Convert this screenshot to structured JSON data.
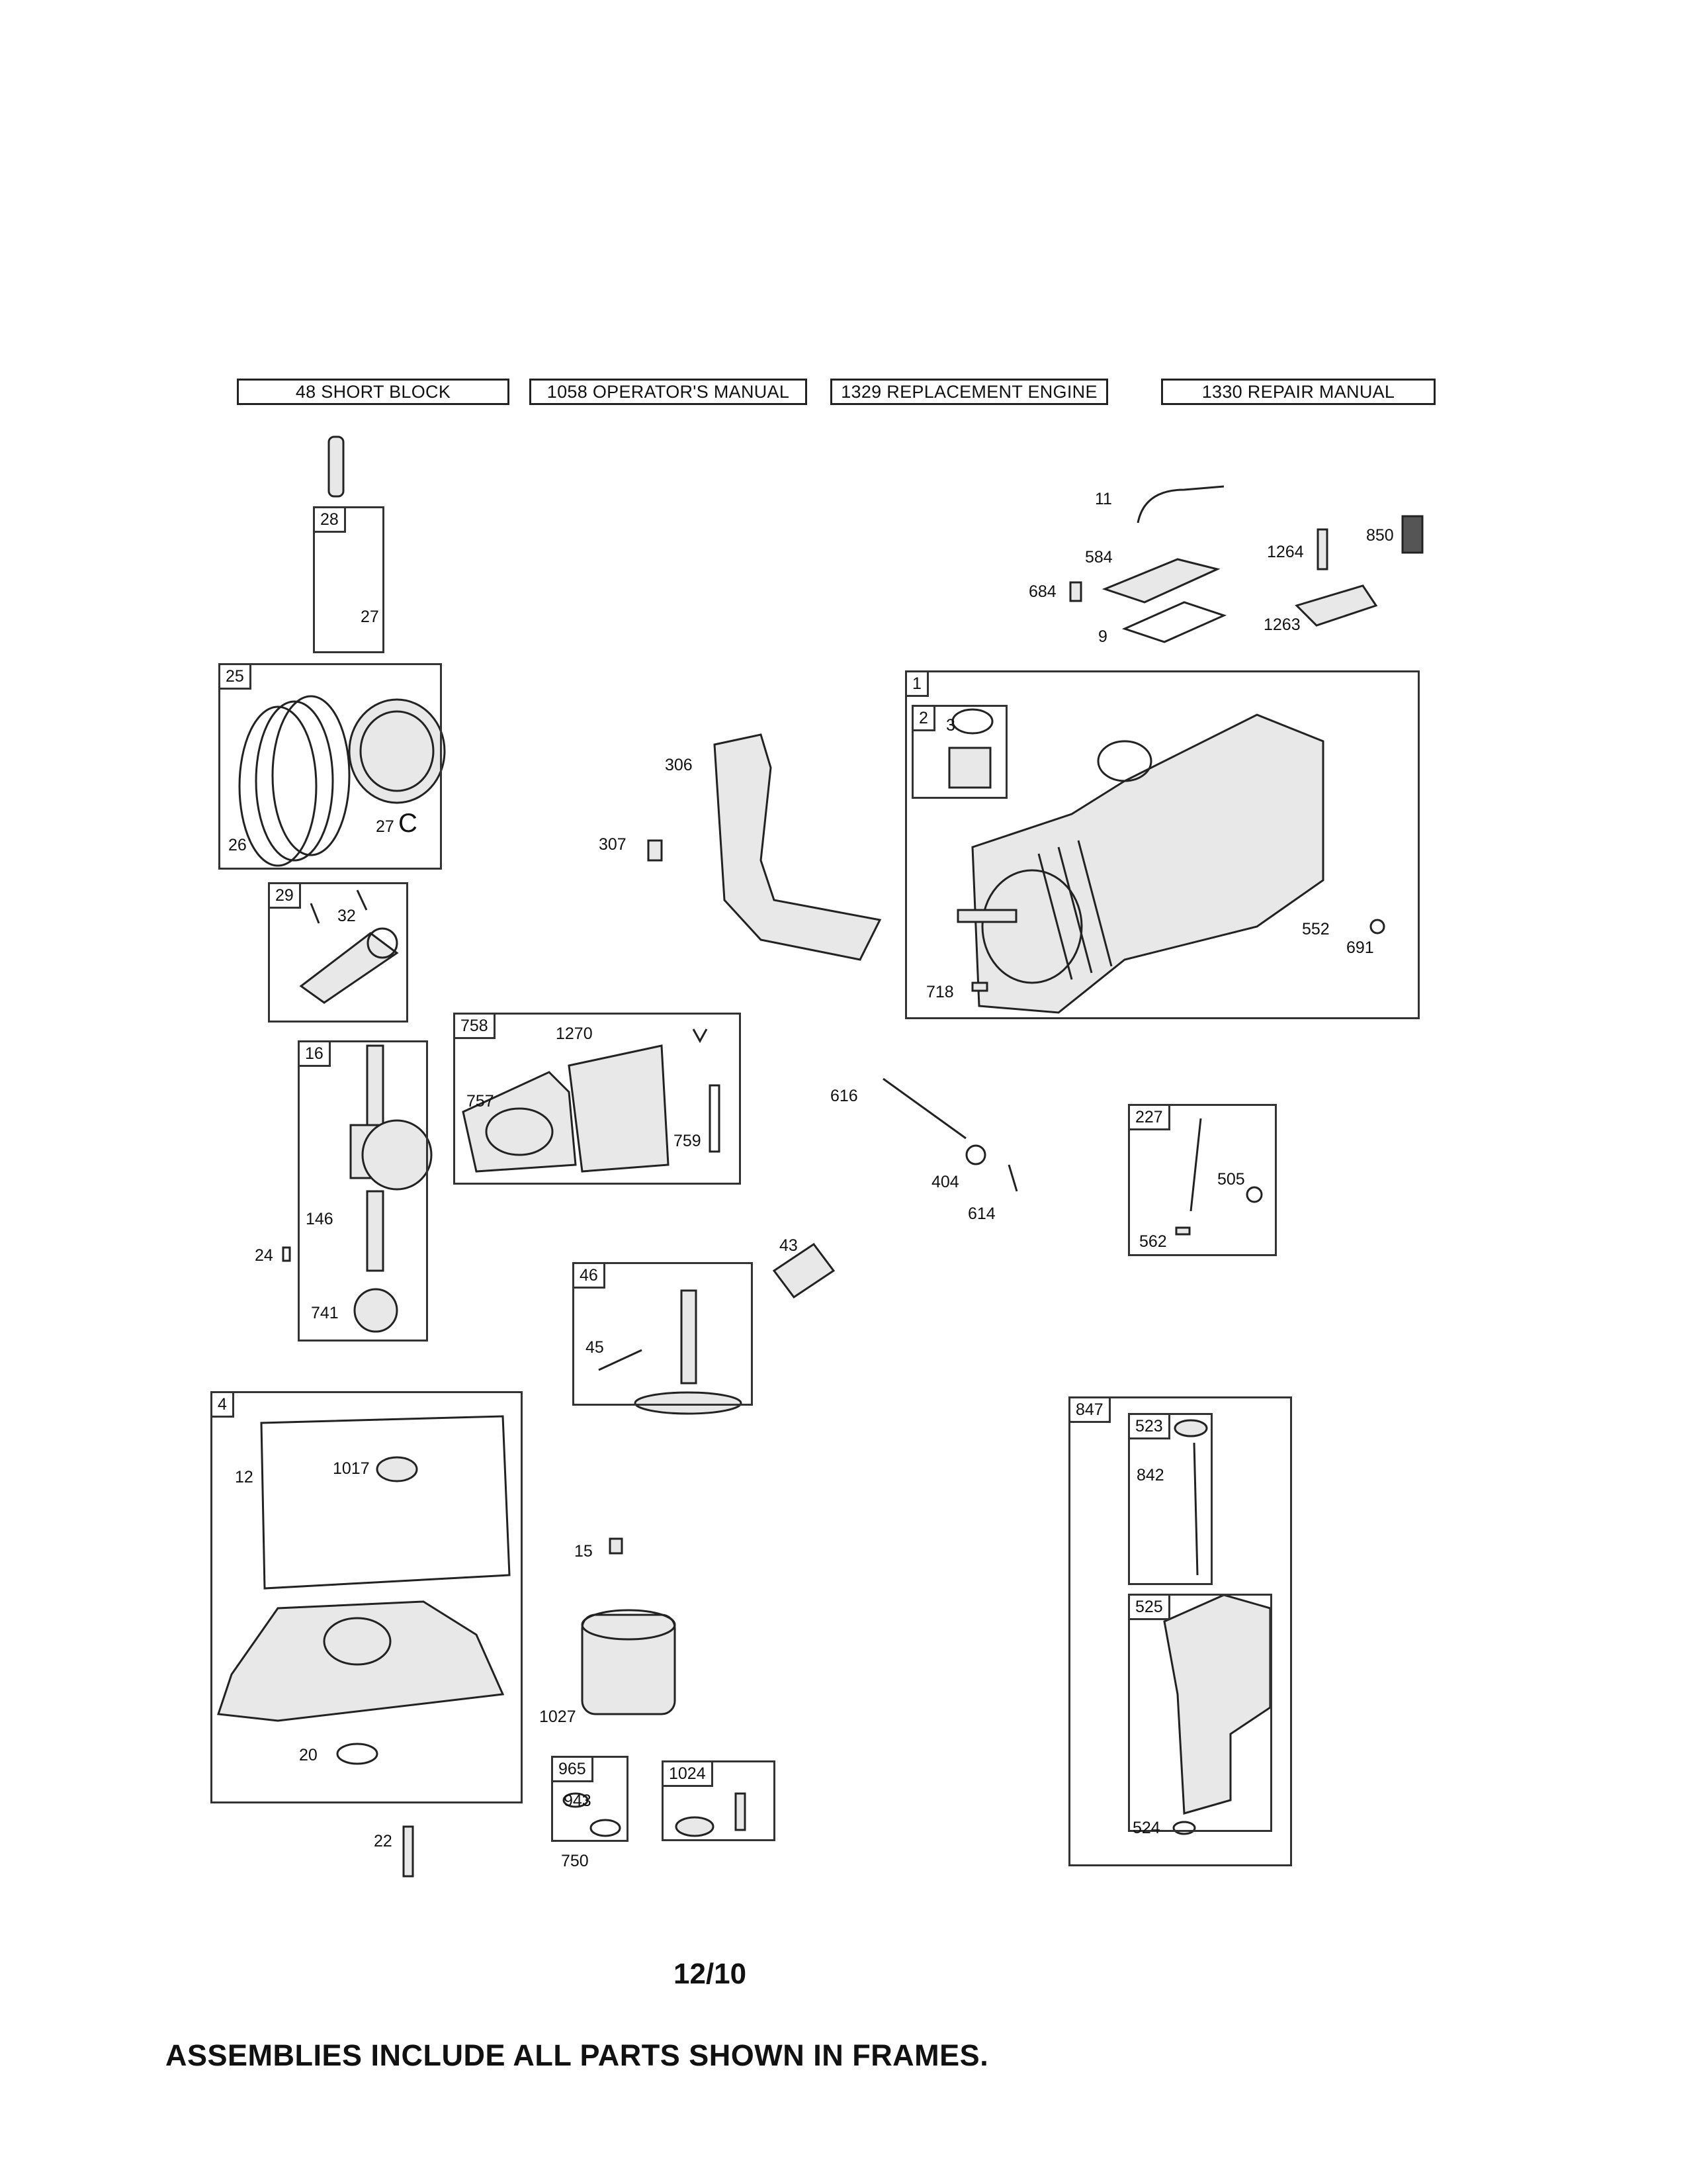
{
  "header_boxes": [
    "48 SHORT BLOCK",
    "1058 OPERATOR'S MANUAL",
    "1329 REPLACEMENT ENGINE",
    "1330 REPAIR MANUAL"
  ],
  "frames": {
    "f28": "28",
    "f25": "25",
    "f29": "29",
    "f16": "16",
    "f758": "758",
    "f46": "46",
    "f4": "4",
    "f1": "1",
    "f2": "2",
    "f227": "227",
    "f847": "847",
    "f523": "523",
    "f525": "525",
    "f965": "965",
    "f1024": "1024"
  },
  "labels": {
    "p27a": "27",
    "p26": "26",
    "p27c": "27",
    "p27c_mark": "C",
    "p32": "32",
    "p146": "146",
    "p24": "24",
    "p741": "741",
    "p1270": "1270",
    "p757": "757",
    "p759": "759",
    "p306": "306",
    "p307": "307",
    "p11": "11",
    "p584": "584",
    "p684": "684",
    "p9": "9",
    "p1264": "1264",
    "p850": "850",
    "p1263": "1263",
    "p3": "3",
    "p552": "552",
    "p691": "691",
    "p718": "718",
    "p616": "616",
    "p404": "404",
    "p614": "614",
    "p505": "505",
    "p562": "562",
    "p43": "43",
    "p45": "45",
    "p12": "12",
    "p1017": "1017",
    "p20": "20",
    "p22": "22",
    "p15": "15",
    "p1027": "1027",
    "p943": "943",
    "p750": "750",
    "p842": "842",
    "p524": "524"
  },
  "footer": {
    "date_code": "12/10",
    "note": "ASSEMBLIES INCLUDE ALL PARTS SHOWN IN FRAMES."
  }
}
